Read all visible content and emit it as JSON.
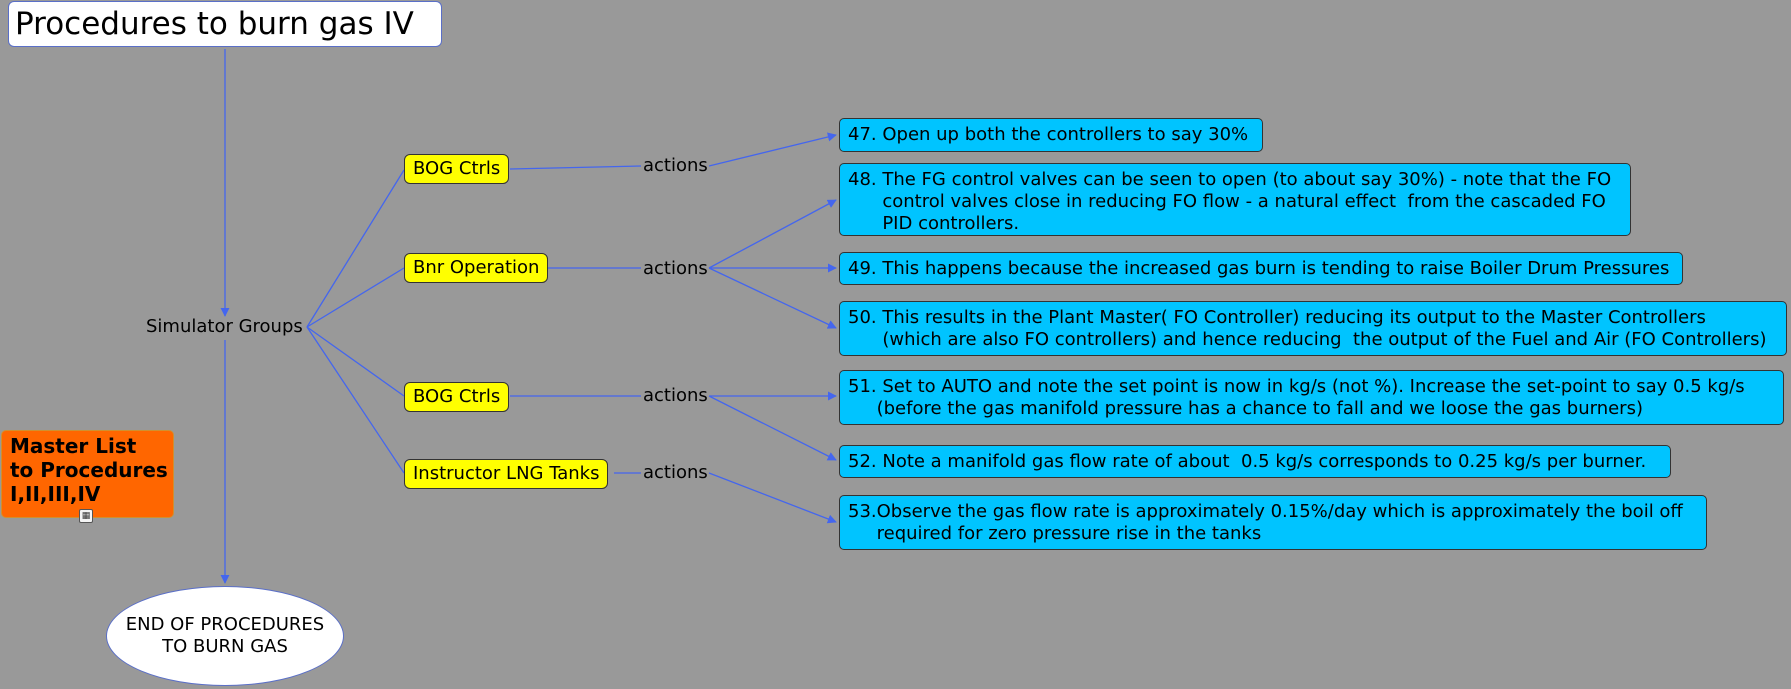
{
  "title": "Procedures to burn gas IV",
  "hub": "Simulator Groups",
  "groups": [
    "BOG Ctrls",
    "Bnr Operation",
    "BOG Ctrls",
    "Instructor LNG Tanks"
  ],
  "link_label": "actions",
  "steps": [
    "47. Open up both the controllers to say 30%",
    "48. The FG control valves can be seen to open (to about say 30%) - note that the FO\n      control valves close in reducing FO flow - a natural effect  from the cascaded FO\n      PID controllers.",
    "49. This happens because the increased gas burn is tending to raise Boiler Drum Pressures",
    "50. This results in the Plant Master( FO Controller) reducing its output to the Master Controllers\n      (which are also FO controllers) and hence reducing  the output of the Fuel and Air (FO Controllers)",
    "51. Set to AUTO and note the set point is now in kg/s (not %). Increase the set-point to say 0.5 kg/s\n     (before the gas manifold pressure has a chance to fall and we loose the gas burners)",
    "52. Note a manifold gas flow rate of about  0.5 kg/s corresponds to 0.25 kg/s per burner.",
    "53.Observe the gas flow rate is approximately 0.15%/day which is approximately the boil off\n     required for zero pressure rise in the tanks"
  ],
  "master_list": "Master List\nto Procedures\nI,II,III,IV",
  "end_node": "END OF PROCEDURES\nTO BURN GAS",
  "colors": {
    "background": "#999999",
    "link": "#4466ee",
    "group_fill": "#ffff00",
    "step_fill": "#00c4ff",
    "master_fill": "#ff6600"
  }
}
